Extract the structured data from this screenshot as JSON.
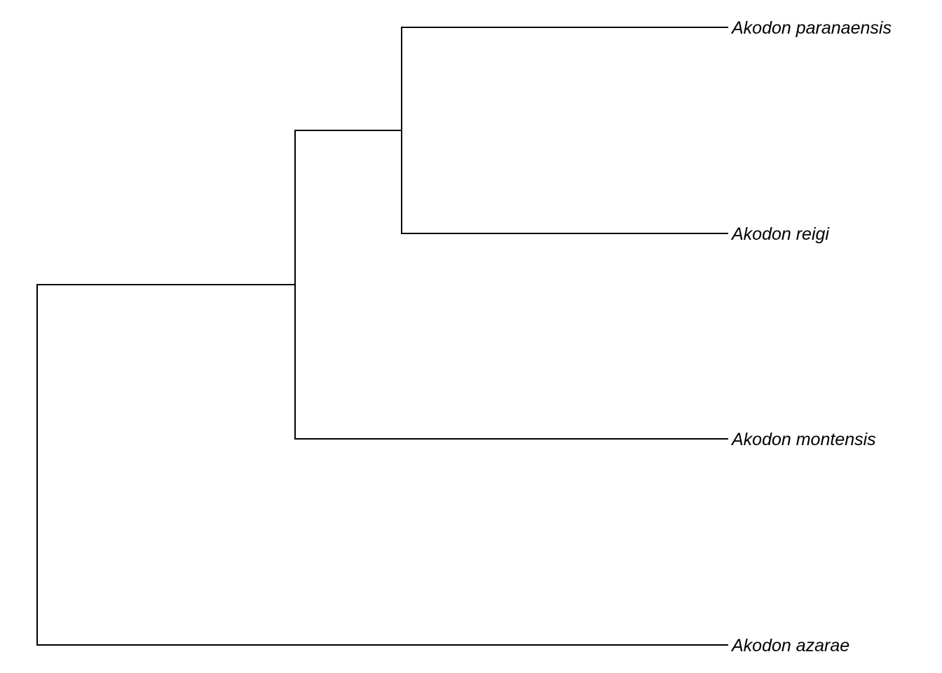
{
  "tree": {
    "tips": [
      {
        "id": "paranaensis",
        "label": "Akodon paranaensis"
      },
      {
        "id": "reigi",
        "label": "Akodon reigi"
      },
      {
        "id": "montensis",
        "label": "Akodon montensis"
      },
      {
        "id": "azarae",
        "label": "Akodon azarae"
      }
    ],
    "topology": "(Akodon azarae,(Akodon montensis,(Akodon paranaensis,Akodon reigi)))",
    "line_color": "#000000"
  }
}
